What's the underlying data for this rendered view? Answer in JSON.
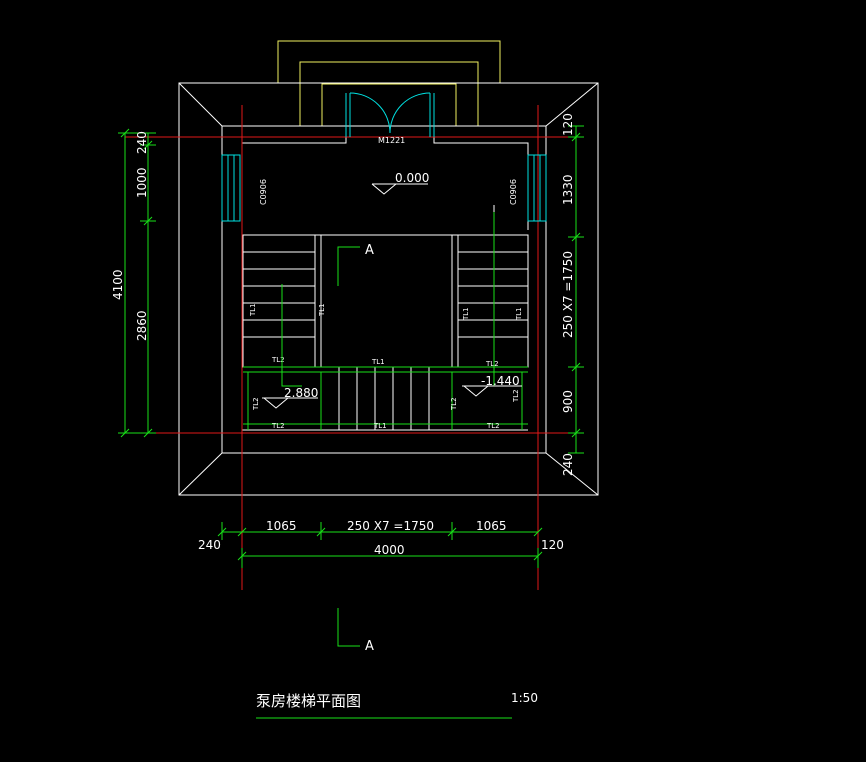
{
  "drawing": {
    "title": "泵房楼梯平面图",
    "scale": "1:50",
    "section_mark": "A",
    "door_label": "M1221",
    "window_label": "C0906",
    "elevations": {
      "ground": "0.000",
      "landing_left": "2.880",
      "landing_right": "-1.440"
    },
    "component_labels": {
      "beam1": "TL1",
      "beam2": "TL2"
    }
  },
  "dimensions": {
    "bottom": {
      "left_ext": "240",
      "seg1": "1065",
      "seg2": "250 X7 =1750",
      "seg3": "1065",
      "right_ext": "120",
      "total": "4000"
    },
    "left": {
      "top": "240",
      "seg1": "1000",
      "seg2": "2860",
      "total": "4100"
    },
    "right": {
      "top": "120",
      "seg1": "1330",
      "seg2": "250 X7 =1750",
      "seg3": "900",
      "bottom": "240"
    }
  },
  "colors": {
    "background": "#000000",
    "wall": "#ffffff",
    "axis": "#e01818",
    "dimension": "#18e018",
    "stair": "#ffffff",
    "door": "#00e0e0",
    "canopy": "#f0f060"
  }
}
